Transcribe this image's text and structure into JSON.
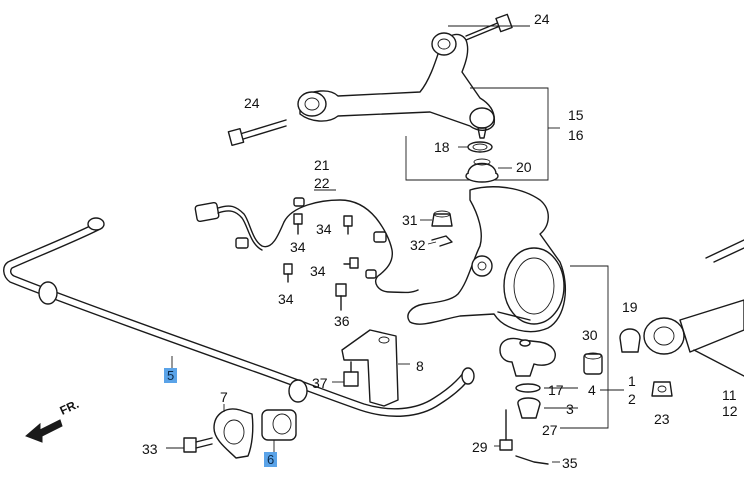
{
  "diagram": {
    "callouts": {
      "c24a": "24",
      "c24b": "24",
      "c15": "15",
      "c16": "16",
      "c18": "18",
      "c20": "20",
      "c21": "21",
      "c22": "22",
      "c31": "31",
      "c32": "32",
      "c34a": "34",
      "c34b": "34",
      "c34c": "34",
      "c36": "36",
      "c19": "19",
      "c30": "30",
      "c17": "17",
      "c4": "4",
      "c1": "1",
      "c2": "2",
      "c3": "3",
      "c27": "27",
      "c29": "29",
      "c35": "35",
      "c23": "23",
      "c11": "11",
      "c12": "12",
      "c8": "8",
      "c37": "37",
      "c5": "5",
      "c6": "6",
      "c7": "7",
      "c33": "33"
    },
    "direction_label": "FR."
  }
}
